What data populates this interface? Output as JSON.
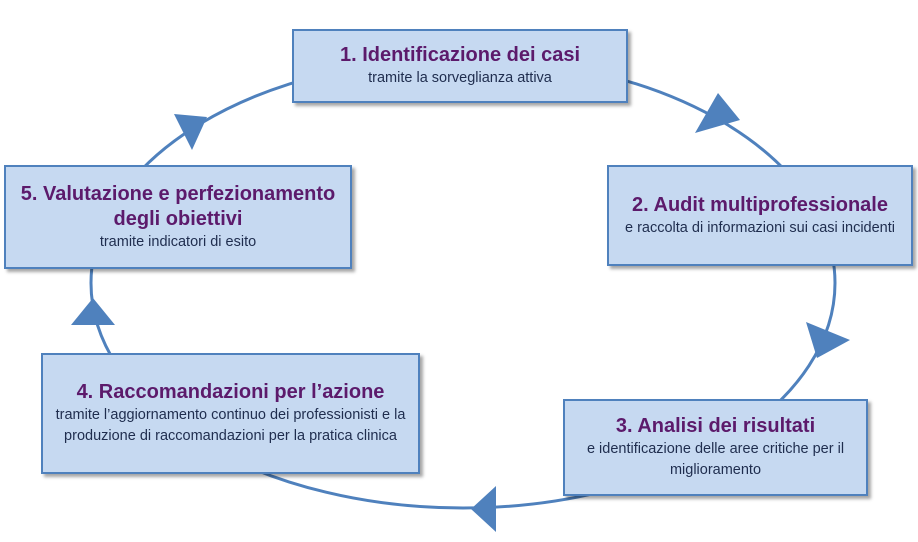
{
  "colors": {
    "box_fill": "#c6d9f1",
    "box_border": "#4f81bd",
    "title_text": "#5c1a6b",
    "subtitle_text": "#1f2d4e",
    "arrow": "#4f81bd"
  },
  "steps": [
    {
      "title": "1. Identificazione dei casi",
      "subtitle": "tramite la sorveglianza attiva"
    },
    {
      "title": "2. Audit multiprofessionale",
      "subtitle": "e raccolta di informazioni sui casi incidenti"
    },
    {
      "title": "3. Analisi dei risultati",
      "subtitle": "e identificazione delle aree critiche per il miglioramento"
    },
    {
      "title": "4. Raccomandazioni per l’azione",
      "subtitle": "tramite l’aggiornamento continuo dei professionisti e la produzione di raccomandazioni per la pratica clinica"
    },
    {
      "title": "5. Valutazione e perfezionamento degli obiettivi",
      "subtitle": "tramite indicatori di esito"
    }
  ]
}
